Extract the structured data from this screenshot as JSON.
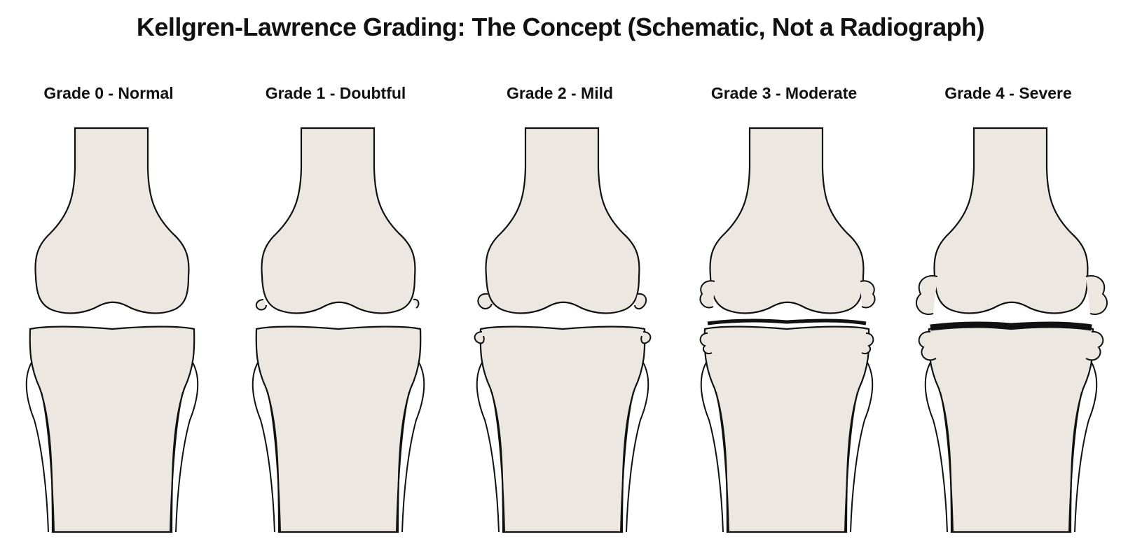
{
  "title": "Kellgren-Lawrence Grading: The Concept (Schematic, Not a Radiograph)",
  "colors": {
    "bone_fill": "#ede7e1",
    "outline": "#111111"
  },
  "grades": [
    {
      "label": "Grade 0 - Normal"
    },
    {
      "label": "Grade 1 - Doubtful"
    },
    {
      "label": "Grade 2 - Mild"
    },
    {
      "label": "Grade 3 - Moderate"
    },
    {
      "label": "Grade 4 - Severe"
    }
  ]
}
